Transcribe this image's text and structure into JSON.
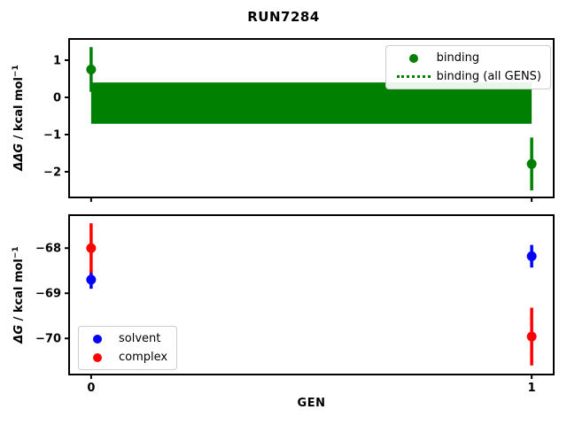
{
  "title": "RUN7284",
  "colors": {
    "binding": "#008000",
    "solvent": "#0000ff",
    "complex": "#ff0000",
    "axes": "#000000",
    "legend_border": "#cccccc"
  },
  "top_plot": {
    "ylabel": {
      "italic": "ΔΔG",
      "plain": " / kcal mol",
      "sup": "−1"
    },
    "legend": {
      "items": [
        {
          "label": "binding",
          "marker": "dot",
          "color": "#008000"
        },
        {
          "label": "binding (all GENS)",
          "marker": "dotted-line",
          "color": "#008000"
        }
      ]
    }
  },
  "bottom_plot": {
    "ylabel": {
      "italic": "ΔG",
      "plain": " / kcal mol",
      "sup": "−1"
    },
    "xlabel": "GEN",
    "legend": {
      "items": [
        {
          "label": "solvent",
          "marker": "dot",
          "color": "#0000ff"
        },
        {
          "label": "complex",
          "marker": "dot",
          "color": "#ff0000"
        }
      ]
    }
  },
  "chart_data": [
    {
      "type": "scatter",
      "title": "RUN7284",
      "ylabel": "ΔΔG / kcal mol−1",
      "x": [
        0,
        1
      ],
      "series": [
        {
          "name": "binding",
          "color": "#008000",
          "y": [
            0.75,
            -1.79
          ],
          "yerr": [
            0.6,
            0.71
          ]
        }
      ],
      "band": {
        "name": "binding (all GENS)",
        "color": "#008000",
        "x0": 0,
        "x1": 1,
        "lo": -0.71,
        "hi": 0.4
      },
      "xlim": [
        -0.05,
        1.05
      ],
      "ylim": [
        1.57,
        -2.69
      ],
      "xticks": [
        {
          "v": 0,
          "label": ""
        },
        {
          "v": 1,
          "label": ""
        }
      ],
      "yticks": [
        {
          "v": 1,
          "label": "1"
        },
        {
          "v": 0,
          "label": "0"
        },
        {
          "v": -1,
          "label": "−1"
        },
        {
          "v": -2,
          "label": "−2"
        }
      ],
      "legend_position": "upper right",
      "grid": false
    },
    {
      "type": "scatter",
      "xlabel": "GEN",
      "ylabel": "ΔG / kcal mol−1",
      "x": [
        0,
        1
      ],
      "series": [
        {
          "name": "solvent",
          "color": "#0000ff",
          "y": [
            -68.7,
            -68.18
          ],
          "yerr": [
            0.2,
            0.25
          ]
        },
        {
          "name": "complex",
          "color": "#ff0000",
          "y": [
            -68.0,
            -69.96
          ],
          "yerr": [
            0.55,
            0.64
          ]
        }
      ],
      "xlim": [
        -0.05,
        1.05
      ],
      "ylim": [
        -67.27,
        -70.8
      ],
      "xticks": [
        {
          "v": 0,
          "label": "0"
        },
        {
          "v": 1,
          "label": "1"
        }
      ],
      "yticks": [
        {
          "v": -68,
          "label": "−68"
        },
        {
          "v": -69,
          "label": "−69"
        },
        {
          "v": -70,
          "label": "−70"
        }
      ],
      "legend_position": "lower left",
      "grid": false
    }
  ]
}
